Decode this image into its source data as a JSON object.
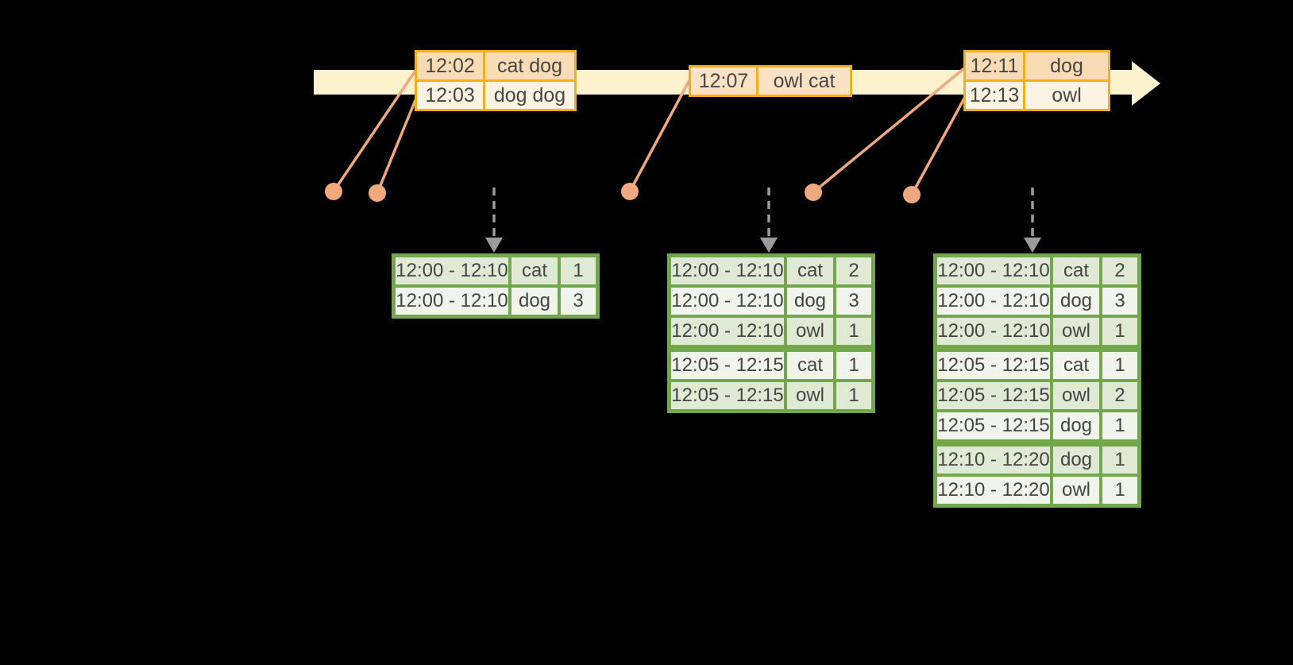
{
  "colors": {
    "background": "#000000",
    "timeline_band": "#FCF2CE",
    "event_table_border": "#F2B01E",
    "event_row_dark": "#FADCB4",
    "event_row_light": "#FDF3E2",
    "connector_orange": "#F0A87C",
    "result_table_border": "#72A84B",
    "result_row_dark": "#E0E9D4",
    "result_row_light": "#F0F4EB",
    "dashed_arrow_gray": "#9B9B9B",
    "text": "#3E3E3E"
  },
  "event_tables": [
    {
      "rows": [
        {
          "time": "12:02",
          "words": "cat dog"
        },
        {
          "time": "12:03",
          "words": "dog dog"
        }
      ]
    },
    {
      "rows": [
        {
          "time": "12:07",
          "words": "owl cat"
        }
      ]
    },
    {
      "rows": [
        {
          "time": "12:11",
          "words": "dog"
        },
        {
          "time": "12:13",
          "words": "owl"
        }
      ]
    }
  ],
  "result_tables": [
    {
      "rows": [
        {
          "window": "12:00 - 12:10",
          "word": "cat",
          "count": "1"
        },
        {
          "window": "12:00 - 12:10",
          "word": "dog",
          "count": "3"
        }
      ]
    },
    {
      "rows": [
        {
          "window": "12:00 - 12:10",
          "word": "cat",
          "count": "2"
        },
        {
          "window": "12:00 - 12:10",
          "word": "dog",
          "count": "3"
        },
        {
          "window": "12:00 - 12:10",
          "word": "owl",
          "count": "1"
        },
        {
          "window": "12:05 - 12:15",
          "word": "cat",
          "count": "1"
        },
        {
          "window": "12:05 - 12:15",
          "word": "owl",
          "count": "1"
        }
      ]
    },
    {
      "rows": [
        {
          "window": "12:00 - 12:10",
          "word": "cat",
          "count": "2"
        },
        {
          "window": "12:00 - 12:10",
          "word": "dog",
          "count": "3"
        },
        {
          "window": "12:00 - 12:10",
          "word": "owl",
          "count": "1"
        },
        {
          "window": "12:05 - 12:15",
          "word": "cat",
          "count": "1"
        },
        {
          "window": "12:05 - 12:15",
          "word": "owl",
          "count": "2"
        },
        {
          "window": "12:05 - 12:15",
          "word": "dog",
          "count": "1"
        },
        {
          "window": "12:10 - 12:20",
          "word": "dog",
          "count": "1"
        },
        {
          "window": "12:10 - 12:20",
          "word": "owl",
          "count": "1"
        }
      ]
    }
  ]
}
